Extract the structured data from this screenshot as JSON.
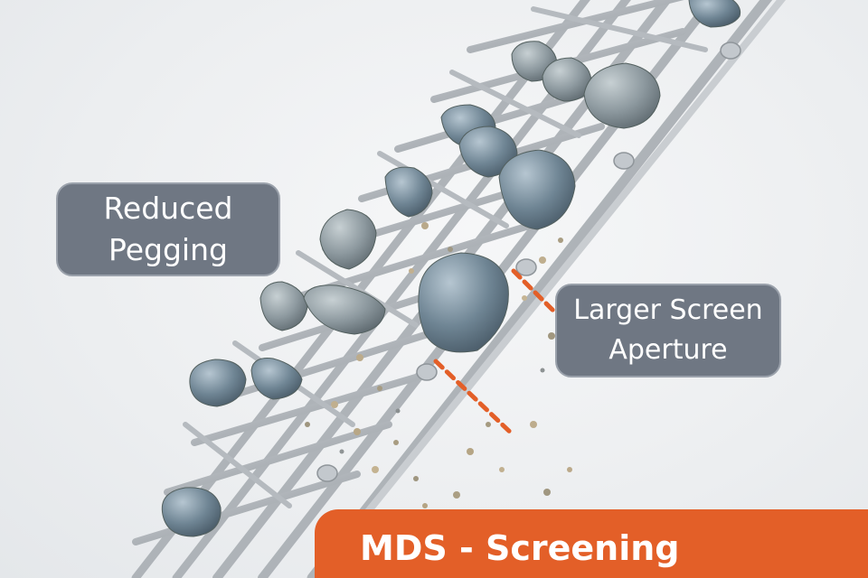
{
  "callouts": {
    "reduced_pegging": {
      "line1": "Reduced",
      "line2": "Pegging"
    },
    "larger_aperture": {
      "line1": "Larger Screen",
      "line2": "Aperture"
    }
  },
  "banner": {
    "title": "MDS - Screening"
  },
  "colors": {
    "accent": "#e35f28",
    "callout_fill": "#6f7783",
    "rod_steel": "#b9bec3",
    "rock": "#8e9aa0",
    "indicator_dash": "#e35f28"
  }
}
